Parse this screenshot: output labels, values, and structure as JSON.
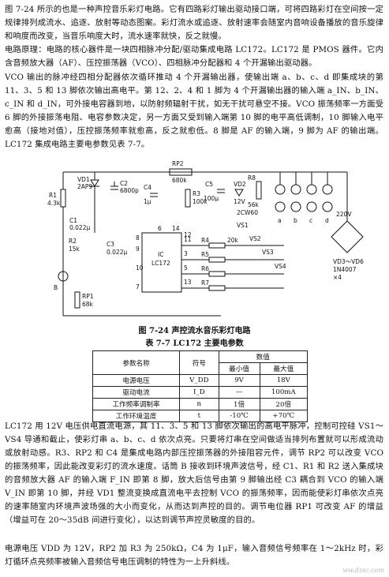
{
  "paragraphs": {
    "p1": "图 7-24 所示的也是一种声控音乐彩灯电路。它有四路彩灯输出驱动接口端，可将四路彩灯在空间按一定规律排列成流水、追逐、放射等动态图案。彩灯流水或追逐、放射速率会随室内音响设备播放的音乐旋律和响度而改变，当音乐响度大时，流水速率就快，反之就慢。",
    "p2": "电路原理：电路的核心器件是一块四相脉冲分配/驱动集成电路 LC172。LC172 是 PMOS 器件。它内含音频放大器（AF）、压控振荡器（VCO）、四相脉冲分配器和 4 个开漏输出驱动器。",
    "p3": "VCO 输出的脉冲经四相分配器依次循环推动 4 个开漏输出器，使输出端 a、b、c、d 即集成块的第 11、3、5 和 13 脚依次输出高电平。第 12、2、4 和 1 脚为 4 个开漏输出器的输入端 a_IN、b_IN、c_IN 和 d_IN，可外接电容器到地，以防射频辐射干扰，如无干扰可悬空不接。VCO 振荡频率一方面受 6 脚的外接振荡电阻、电容参数决定，另一方面又受到输入端第 10 脚的电平高低调制，10 脚输入电平愈高（接地对值），压控振荡频率就愈高，反之就愈低。8 脚是 AF 的输入端，9 脚为 AF 的输出端。LC172 集成电路主要电参数见表 7-7。",
    "p4": "LC172 用 12V 电压供电直流电源，其 11、3、5 和 13 脚依次输出的高电平脉冲，控制可控硅 VS1～VS4 导通和截止，使彩灯串 a、b、c、d 依次点亮。只要将灯串在空间做适当排列布置就可以形成流动或放射动感。R3、RP2 和 C4 是集成电路内部压控振荡器的外接阻容元件，调节 RP2 可以改变 VCO 的振荡频率，因此能改变彩灯的流水速度。话筒 B 接收到环境声波信号，经 C1、R1 和 R2 送入集成块的音频放大器 AF 的输入端 F_IN 即第 8 脚，放大后信号由第 9 脚输出经 C3 耦合到 VCO 的输入端 V_IN 即第 10 脚，并经 VD1 整流变换成直流电平去控制 VCO 的振荡频率，因而能使彩灯串依次点亮的速率随室内环境声波场强的大小而变化，从而达到声控的目的。调节电位器 RP1 可改变 AF 的增益（增益可在 20～35dB 间进行变化），以达到调节声控灵敏度的目的。",
    "p5": "电源电压 VDD 为 12V，RP2 加 R3 为 250kΩ，C4 为 1μF，输入音频信号频率在 1～2kHz 时，彩灯循环点亮频率被输入音频信号电压调制的特性为一上升斜线。"
  },
  "figure": {
    "caption": "图 7-24  声控流水音乐彩灯电路",
    "labels": {
      "vd1": "VD1",
      "vd1_type": "2AP9",
      "c2": "C2",
      "c2_val": "6800p",
      "r1": "R1",
      "r1_val": "4.3k",
      "c1": "C1",
      "c1_val": "0.022μ",
      "r2": "R2",
      "r2_val": "15k",
      "b": "B",
      "c3": "C3",
      "c3_val": "0.022μ",
      "rp1": "RP1",
      "rp1_val": "68k",
      "rp2": "RP2",
      "rp2_val": "680k",
      "c4": "C4",
      "c4_val": "1μ",
      "r3": "R3",
      "r3_val": "100k",
      "c5": "C5",
      "c5_val": "100μ",
      "vd2": "VD2",
      "vd2_val": "12V",
      "r8": "R8",
      "r8_val": "56k",
      "d_2cw": "2CW60",
      "ic": "IC",
      "ic_type": "LC172",
      "r4": "R4",
      "r5": "R5",
      "r6": "R6",
      "r7": "R7",
      "r_val": "20k",
      "vs1": "VS1",
      "vs2": "VS2",
      "vs3": "VS3",
      "vs4": "VS4",
      "lamp_a": "a",
      "lamp_b": "b",
      "lamp_c": "c",
      "lamp_d": "d",
      "mains": "220V",
      "bridge": "VD3～VD6",
      "bridge_type": "1N4007",
      "bridge_count": "×4",
      "pins": [
        "8",
        "9",
        "10",
        "6",
        "7",
        "11",
        "3",
        "5",
        "13",
        "14",
        "12"
      ]
    }
  },
  "table": {
    "caption": "表 7-7  LC172 主要电参数",
    "headers": {
      "name": "参数名称",
      "symbol": "符号",
      "value": "数值",
      "min": "最小值",
      "max": "最大值"
    },
    "rows": [
      {
        "name": "电源电压",
        "symbol": "V_DD",
        "min": "9V",
        "max": "18V"
      },
      {
        "name": "驱动电流",
        "symbol": "I_D",
        "min": "—",
        "max": "100mA"
      },
      {
        "name": "工作频率调制率",
        "symbol": "n",
        "min": "1倍",
        "max": "20倍"
      },
      {
        "name": "工作环境温度",
        "symbol": "t",
        "min": "-10℃",
        "max": "+70℃"
      }
    ]
  },
  "watermark": "ww.dzsc.com"
}
